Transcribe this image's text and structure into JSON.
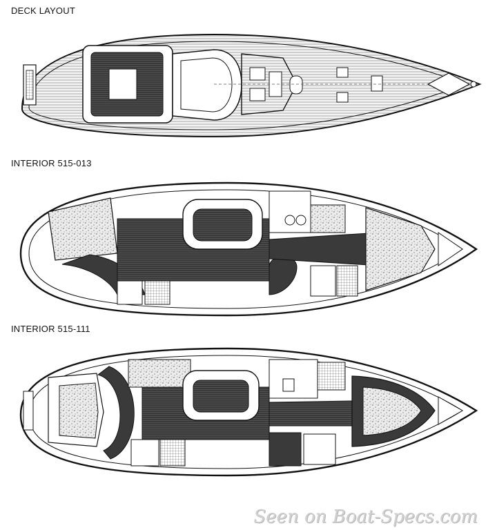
{
  "labels": {
    "deck": "DECK LAYOUT",
    "interior_1": "INTERIOR 515-013",
    "interior_2": "INTERIOR 515-111"
  },
  "watermark": "Seen on Boat-Specs.com",
  "colors": {
    "line": "#111111",
    "dark_fill": "#3a3a3a",
    "speckle_fill": "#e8e8e8",
    "background": "#ffffff",
    "watermark": "#d0d0d0"
  }
}
